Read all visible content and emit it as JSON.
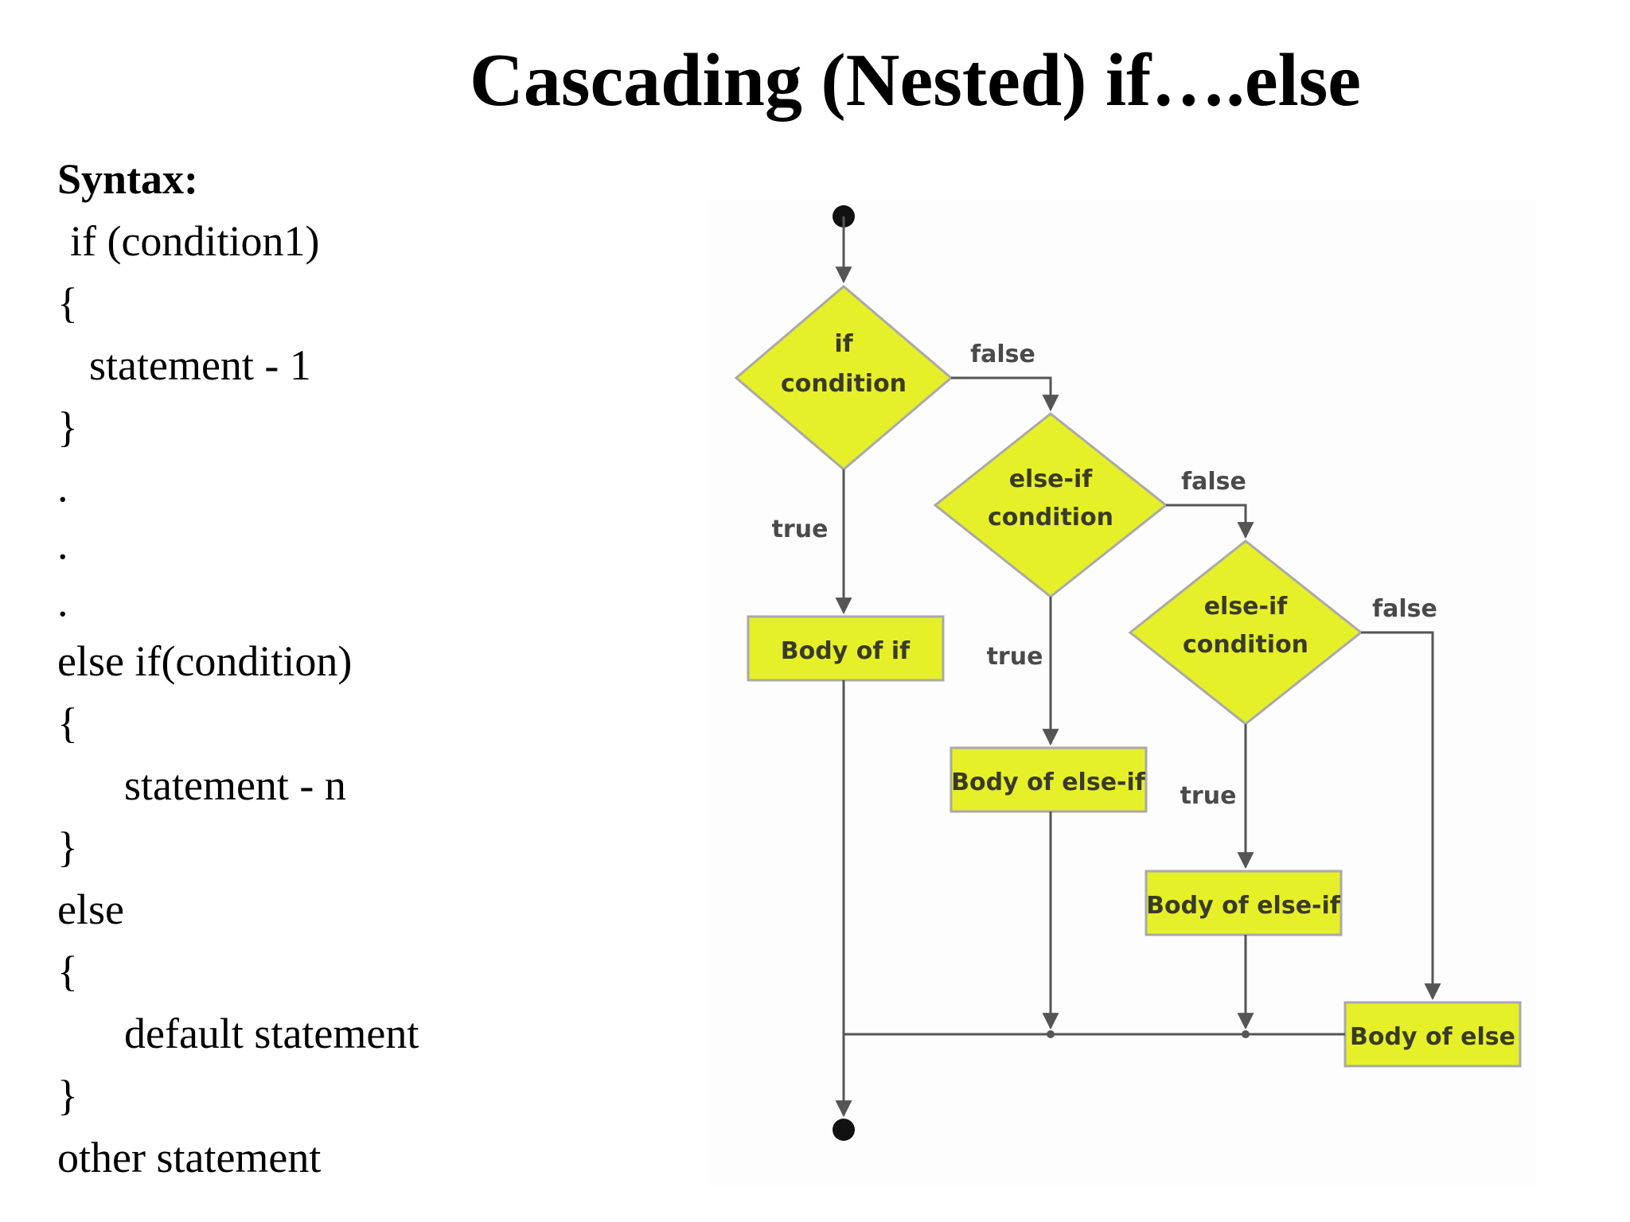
{
  "title": "Cascading (Nested) if….else",
  "syntax": {
    "heading": "Syntax:",
    "lines": [
      "if (condition1)",
      "{",
      "statement - 1",
      "}",
      ".",
      ".",
      ".",
      "else if(condition)",
      "{",
      "statement - n",
      "}",
      "else",
      "{",
      "default statement",
      "}",
      "other statement"
    ]
  },
  "flowchart": {
    "colors": {
      "fill": "#e6f028",
      "stroke": "#a9a9a9",
      "line": "#555555"
    },
    "decisions": [
      {
        "line1": "if",
        "line2": "condition"
      },
      {
        "line1": "else-if",
        "line2": "condition"
      },
      {
        "line1": "else-if",
        "line2": "condition"
      }
    ],
    "bodies": [
      "Body of if",
      "Body of else-if",
      "Body of else-if",
      "Body of else"
    ],
    "labels": {
      "true": "true",
      "false": "false"
    }
  }
}
